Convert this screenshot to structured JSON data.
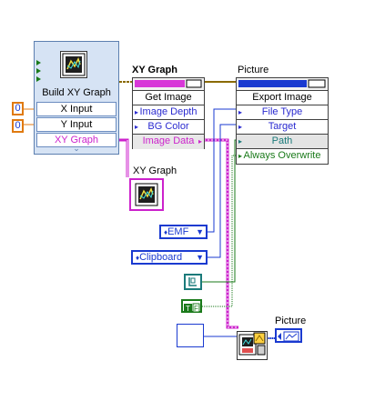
{
  "build_xy": {
    "title": "Build XY Graph",
    "x_input": "X Input",
    "y_input": "Y Input",
    "xy_graph": "XY Graph",
    "more": "⌄"
  },
  "constants": {
    "x_value": "0",
    "y_value": "0"
  },
  "graph_node": {
    "label": "XY Graph",
    "method": "Get Image",
    "rows": [
      "Image Depth",
      "BG Color",
      "Image Data"
    ]
  },
  "picture_node": {
    "label": "Picture",
    "method": "Export Image",
    "rows": [
      "File Type",
      "Target",
      "Path",
      "Always Overwrite"
    ]
  },
  "xy_graph_terminal_label": "XY Graph",
  "enum_file_type": "EMF",
  "enum_target": "Clipboard",
  "picture_indicator_label": "Picture",
  "colors": {
    "blue": "#1a3ad0",
    "pink": "#cc22cc",
    "green": "#1a7a1a",
    "orange": "#e07a10",
    "brown": "#8a6a00"
  }
}
